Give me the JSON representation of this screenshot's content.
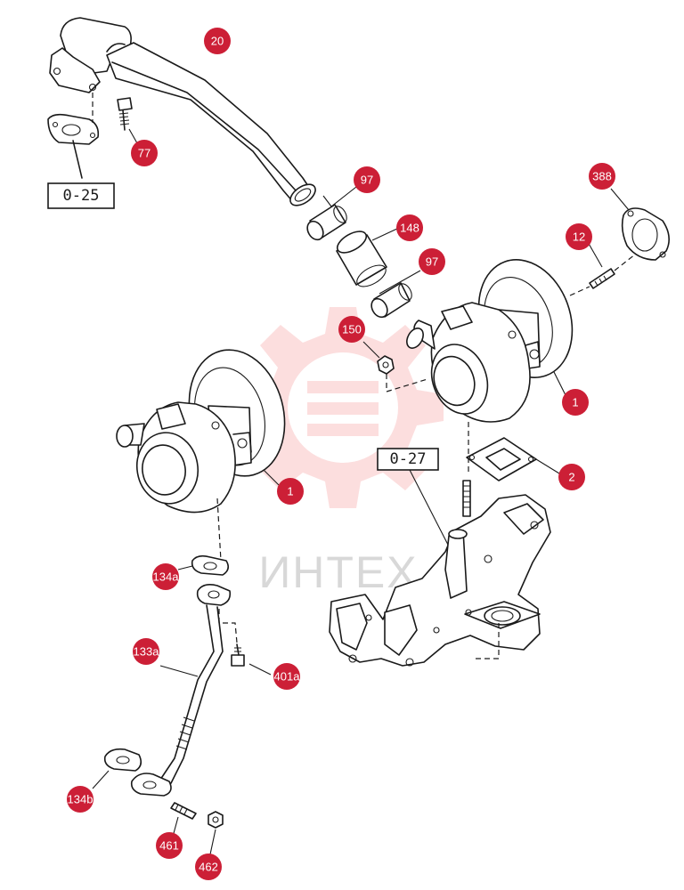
{
  "watermark": {
    "text": "ИНТЕХ",
    "color": "#f26b6b"
  },
  "accent_color": "#cc1f36",
  "callouts": {
    "c20": "20",
    "c77": "77",
    "c97a": "97",
    "c148": "148",
    "c97b": "97",
    "c388": "388",
    "c12": "12",
    "c150": "150",
    "c1_right": "1",
    "c2": "2",
    "c1_left": "1",
    "c134a": "134a",
    "c133a": "133a",
    "c401a": "401a",
    "c134b": "134b",
    "c461": "461",
    "c462": "462"
  },
  "references": {
    "ref_025": "0-25",
    "ref_027": "0-27"
  }
}
